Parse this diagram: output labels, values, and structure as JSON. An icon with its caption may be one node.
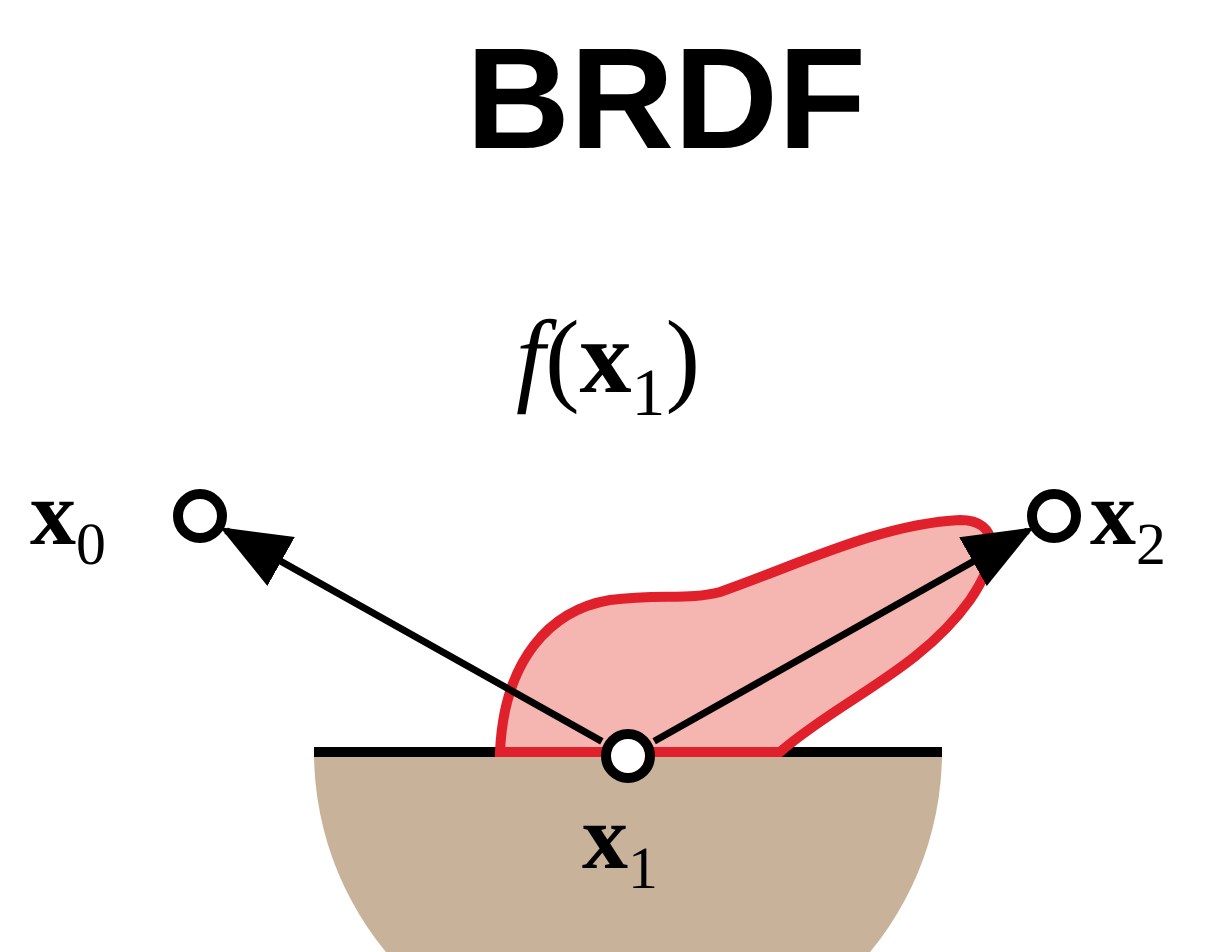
{
  "diagram": {
    "title": "BRDF",
    "nodes": [
      {
        "text": [],
        "shape": "circle",
        "beside": [
          "**x**$_{0}$"
        ]
      },
      {
        "text": [],
        "shape": "circle",
        "beside": [
          "**x**$_{1}$"
        ]
      },
      {
        "text": [],
        "shape": "circle",
        "beside": [
          "**x**$_{2}$"
        ]
      }
    ],
    "edges": [
      {
        "from": 1,
        "to": 0,
        "arrow": "to"
      },
      {
        "from": 1,
        "to": 2,
        "arrow": "to"
      }
    ],
    "labels": [
      "*f*(**x**$_{1}$)"
    ]
  }
}
